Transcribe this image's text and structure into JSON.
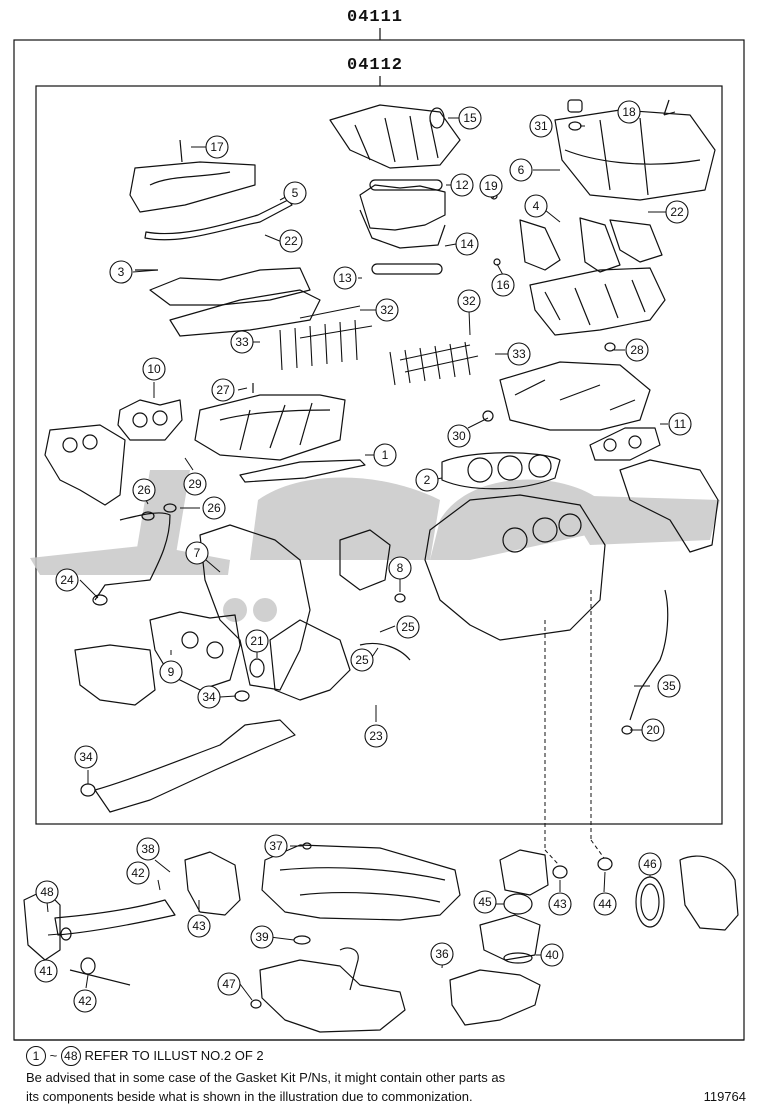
{
  "header": {
    "kit_code": "04111",
    "sub_kit_code": "04112"
  },
  "watermark_text": "هناك",
  "callouts": [
    "1",
    "2",
    "3",
    "4",
    "5",
    "6",
    "7",
    "8",
    "9",
    "10",
    "11",
    "12",
    "13",
    "14",
    "15",
    "16",
    "17",
    "18",
    "19",
    "20",
    "21",
    "22",
    "22",
    "23",
    "24",
    "25",
    "25",
    "26",
    "26",
    "27",
    "28",
    "29",
    "30",
    "31",
    "32",
    "32",
    "33",
    "33",
    "34",
    "34",
    "35",
    "36",
    "37",
    "38",
    "39",
    "40",
    "41",
    "42",
    "42",
    "43",
    "43",
    "44",
    "45",
    "46",
    "47",
    "48"
  ],
  "footer": {
    "ref_from": "1",
    "ref_tilde": "~",
    "ref_to": "48",
    "ref_text": "REFER TO ILLUST NO.2 OF 2",
    "note_line1": "Be advised that in some case of the Gasket Kit P/Ns,  it might contain other parts as",
    "note_line2": "its components beside what is shown in the illustration due to commonization.",
    "illustration_number": "119764"
  },
  "colors": {
    "line": "#111111",
    "watermark": "#c8c8c8",
    "background": "#ffffff"
  }
}
